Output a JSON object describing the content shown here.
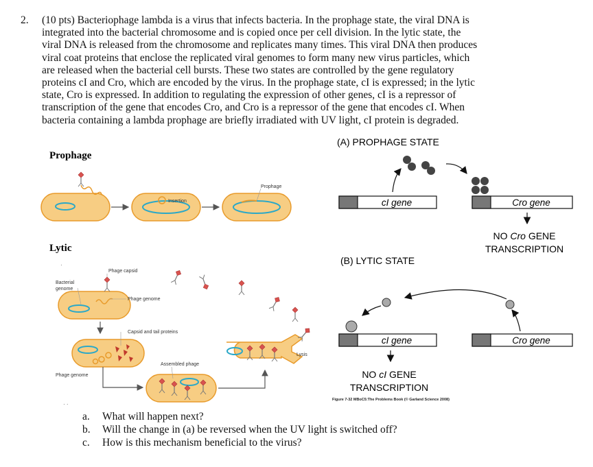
{
  "question": {
    "number": "2.",
    "lines": [
      "(10 pts) Bacteriophage lambda is a virus that infects bacteria. In the prophage state, the viral DNA is",
      "integrated into the bacterial chromosome and is copied once per cell division. In the lytic state, the",
      "viral DNA is released from the chromosome and replicates many times. This viral DNA then produces",
      "viral coat proteins that enclose the replicated viral genomes to form many new virus particles, which",
      "are released when the bacterial cell bursts. These two states are controlled by the gene regulatory",
      "proteins cI and Cro, which are encoded by the virus. In the prophage state, cI is expressed; in the lytic",
      "state, Cro is expressed. In addition to regulating the expression of other genes, cI is a repressor of",
      "transcription of the gene that encodes Cro, and Cro is a repressor of the gene that encodes cI. When",
      "bacteria containing a lambda prophage are briefly irradiated with UV light, cI protein is degraded."
    ]
  },
  "left_figure": {
    "prophage_title": "Prophage",
    "lytic_title": "Lytic",
    "insertion_label": "Insertion",
    "prophage_label": "Prophage",
    "phage_capsid_label": "Phage capsid",
    "bacterial_genome_label_line1": "Bacterial",
    "bacterial_genome_label_line2": "genome",
    "phage_genome_label": "Phage genome",
    "capsid_tail_label": "Capsid and tail proteins",
    "assembled_phage_label": "Assembled phage",
    "phage_genome_label_2": "Phage genome",
    "lysis_label": "Lysis",
    "dots": "· ·"
  },
  "right_figure": {
    "panel_a_title": "(A) PROPHAGE STATE",
    "panel_b_title": "(B) LYTIC STATE",
    "ci_gene": "cI gene",
    "cro_gene": "Cro gene",
    "no_cro_line1_prefix": "NO ",
    "no_cro_line1_italic": "Cro",
    "no_cro_line1_suffix": " GENE",
    "no_transcription": "TRANSCRIPTION",
    "no_ci_line1_prefix": "NO ",
    "no_ci_line1_italic": "cI",
    "no_ci_line1_suffix": " GENE",
    "caption": "Figure 7-32  MBoC5:The Problems Book (© Garland Science 2008)"
  },
  "subquestions": [
    {
      "letter": "a.",
      "text": "What will happen next?"
    },
    {
      "letter": "b.",
      "text": "Will the change in (a) be reversed when the UV light is switched off?"
    },
    {
      "letter": "c.",
      "text": "How is this mechanism beneficial to the virus?"
    }
  ],
  "colors": {
    "cell_fill": "#f7cd83",
    "cell_stroke": "#e89a2a",
    "genome": "#2aa8c8",
    "phage_head": "#d9534f",
    "capsid_protein": "#c0392b",
    "arrow": "#555555",
    "gene_box": "#777777",
    "protein": "#444444"
  }
}
